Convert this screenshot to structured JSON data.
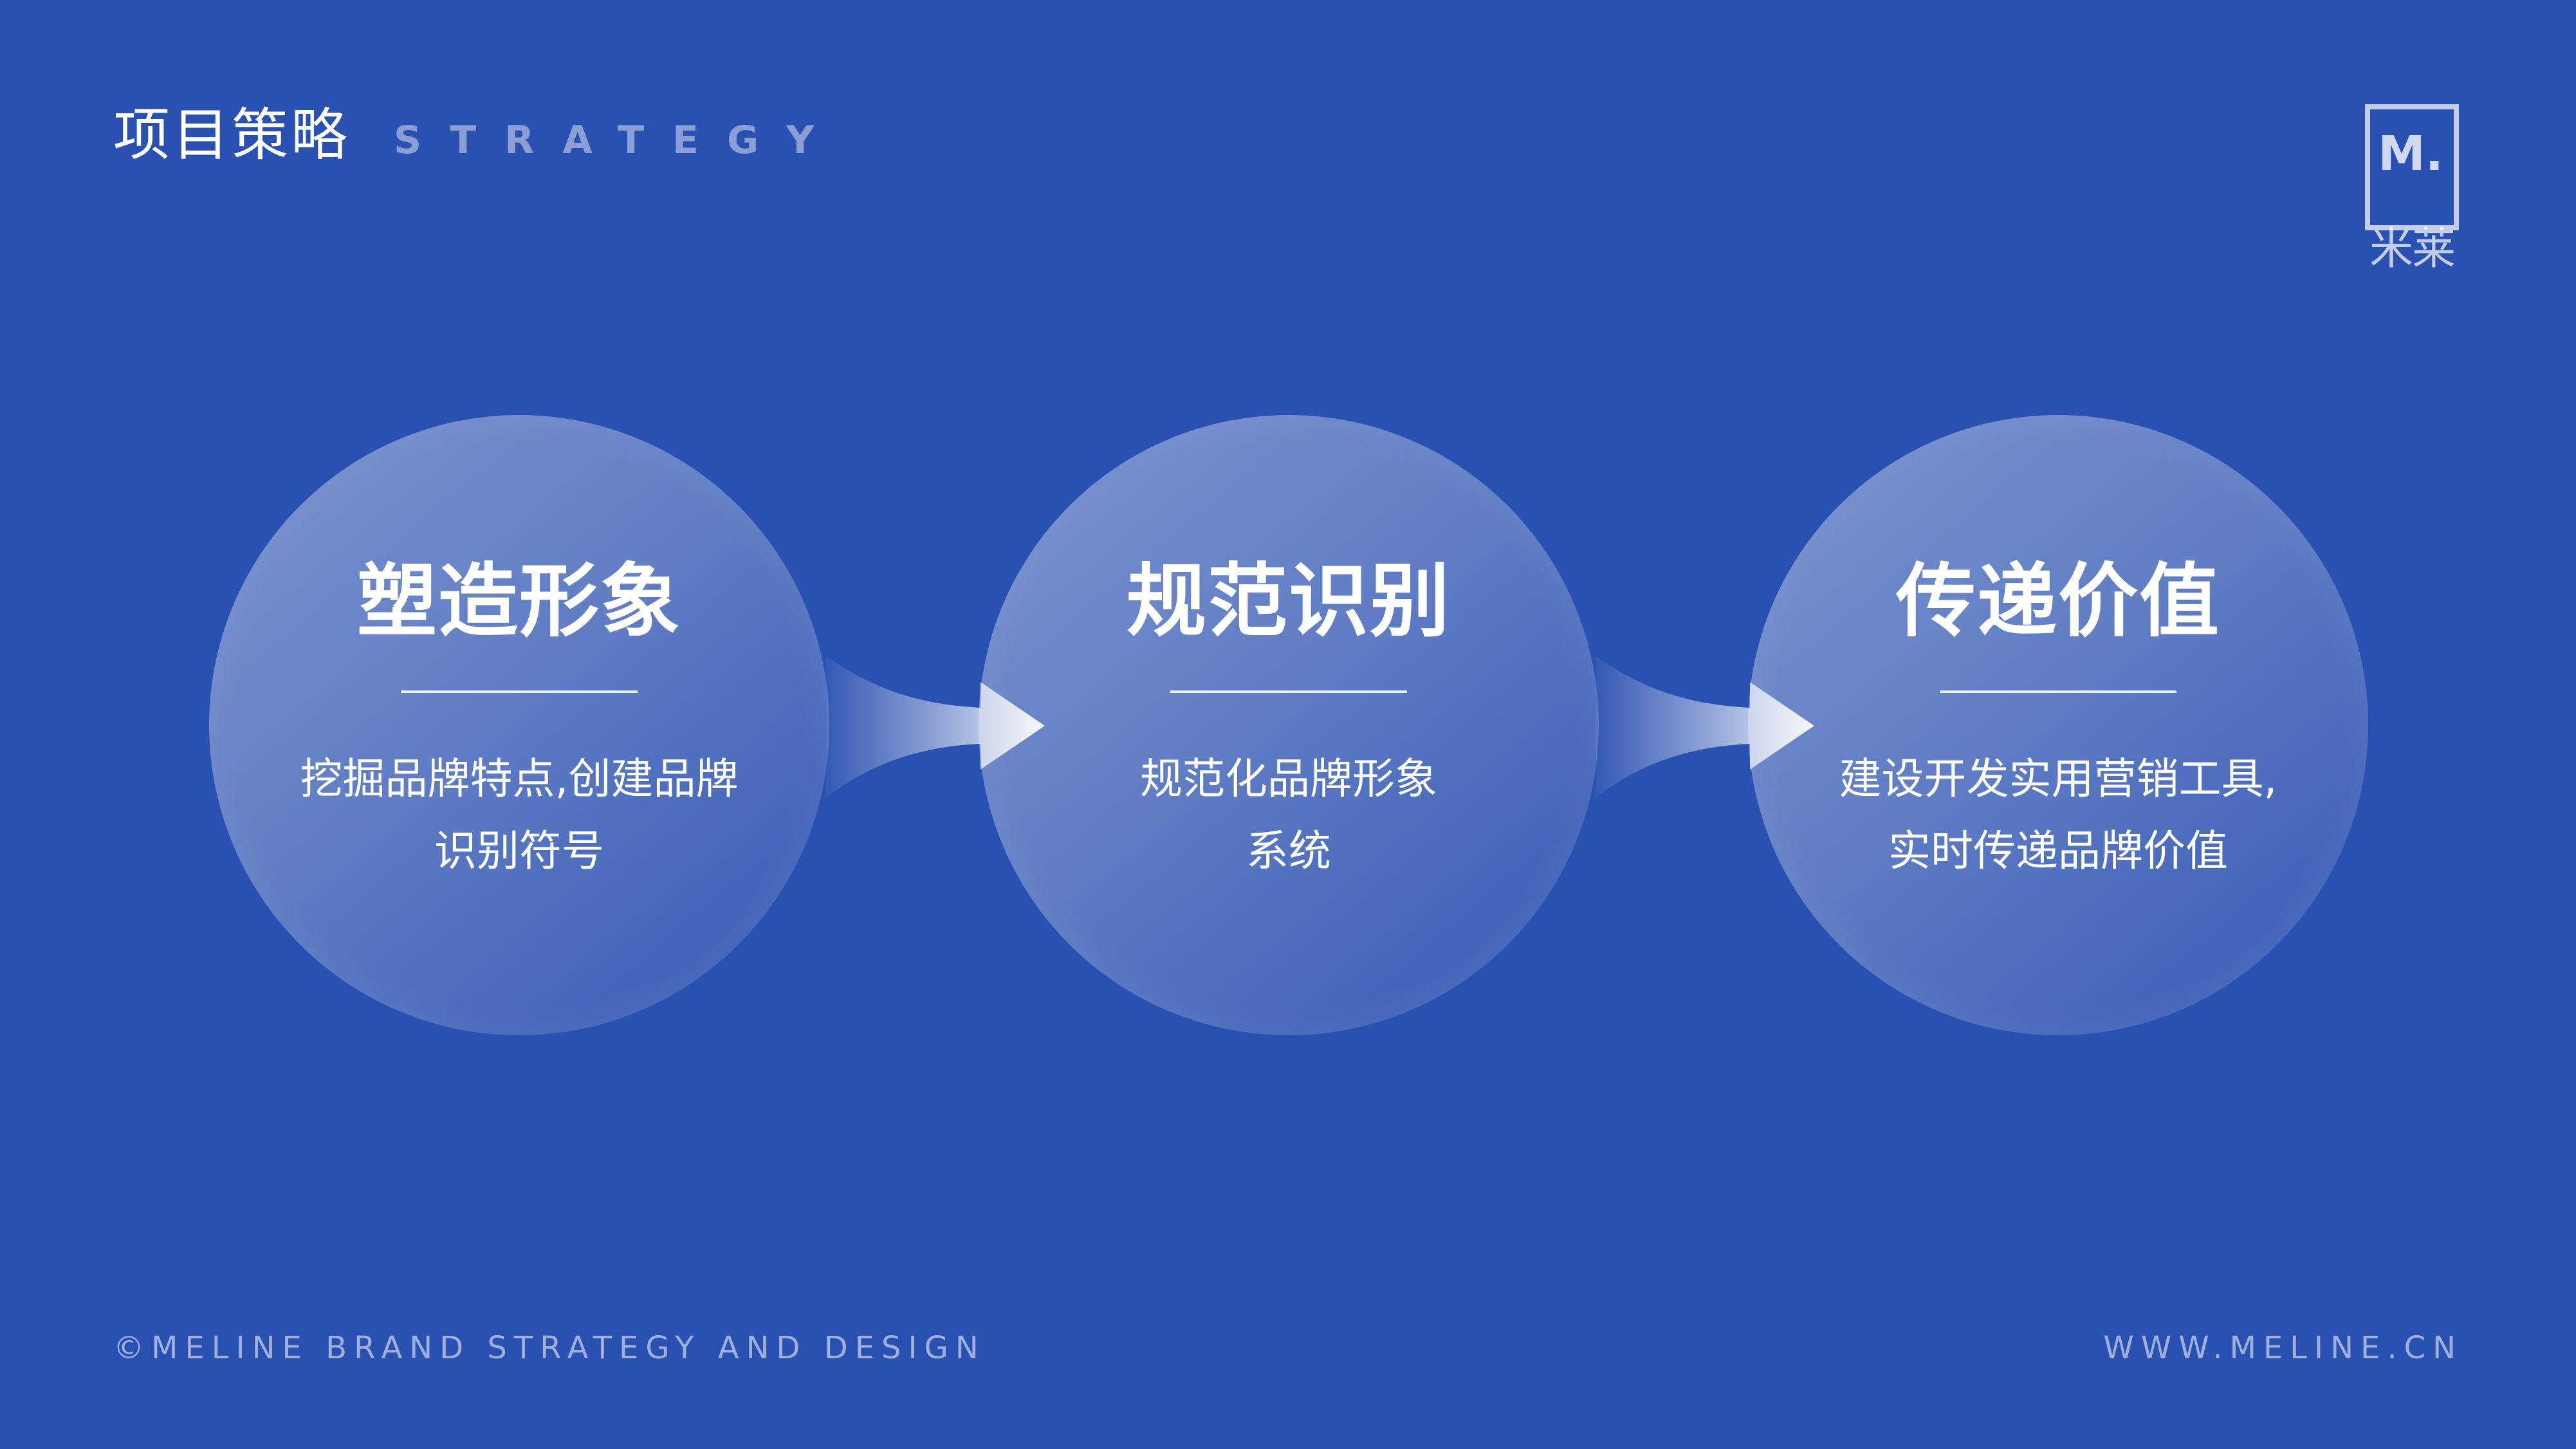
{
  "header": {
    "title": "项目策略",
    "subtitle": "STRATEGY"
  },
  "logo": {
    "mark": "M.",
    "name": "米莱"
  },
  "steps": [
    {
      "title": "塑造形象",
      "desc_line1": "挖掘品牌特点,创建品牌",
      "desc_line2": "识别符号"
    },
    {
      "title": "规范识别",
      "desc_line1": "规范化品牌形象",
      "desc_line2": "系统"
    },
    {
      "title": "传递价值",
      "desc_line1": "建设开发实用营销工具,",
      "desc_line2": "实时传递品牌价值"
    }
  ],
  "footer": {
    "left": "©MELINE BRAND STRATEGY AND DESIGN",
    "right": "WWW.MELINE.CN"
  },
  "colors": {
    "background": "#2a51b1",
    "text": "#ffffff"
  },
  "icons": {
    "arrow": "arrow-right-icon"
  }
}
